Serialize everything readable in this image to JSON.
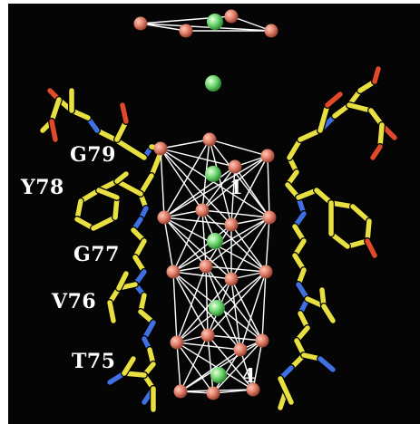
{
  "figure": {
    "residue_labels": [
      "G79",
      "Y78",
      "G77",
      "V76",
      "T75"
    ],
    "site_labels": [
      "1",
      "4"
    ],
    "colors": {
      "background": "#050505",
      "carbon": "#e8e040",
      "nitrogen": "#3f6fe0",
      "oxygen": "#e04a2a",
      "ion": "#7fe07f",
      "coordinating_oxygen": "#e07f6a",
      "coordination_line": "#ffffff",
      "label_text": "#ffffff"
    }
  }
}
